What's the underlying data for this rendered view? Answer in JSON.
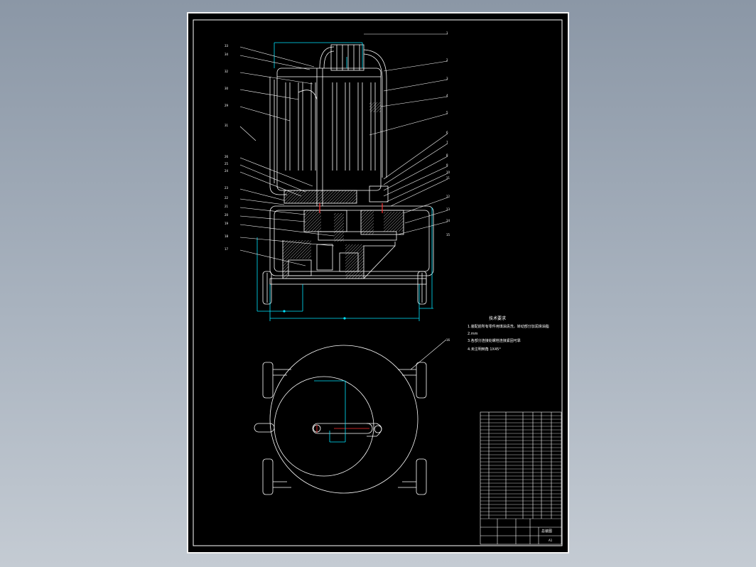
{
  "drawing": {
    "line_color": "#ffffff",
    "dim_color": "#00e5ff",
    "center_color": "#ff3030",
    "background": "#000000"
  },
  "notes": {
    "title": "技术要求",
    "lines": [
      "1.装配前所有零件用煤油清洗，转动部分加润滑油脂",
      "2.mm",
      "3.各部分连接处螺栓连接紧固可靠",
      "4.未注明倒角 1X45°"
    ]
  },
  "callouts": {
    "right": [
      "1",
      "2",
      "3",
      "4",
      "5",
      "6",
      "7",
      "8",
      "9",
      "10",
      "11",
      "12",
      "13",
      "14",
      "15"
    ],
    "left": [
      "33",
      "34",
      "32",
      "30",
      "29",
      "31",
      "26",
      "25",
      "24",
      "23",
      "22",
      "21",
      "20",
      "19",
      "18",
      "17"
    ],
    "plan_view": "16"
  },
  "title_block": {
    "drawing_name": "总装图",
    "sheet": "A1"
  }
}
